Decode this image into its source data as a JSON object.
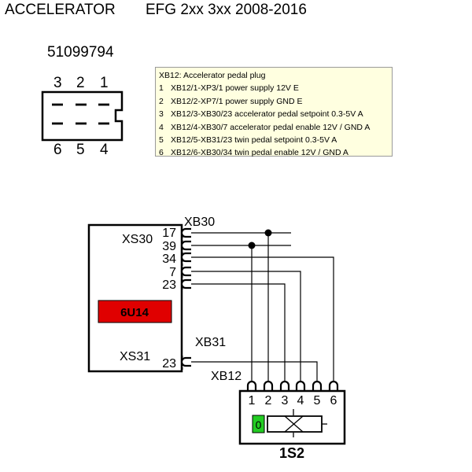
{
  "header": {
    "title": "ACCELERATOR",
    "model": "EFG 2xx 3xx 2008-2016",
    "part_number": "51099794"
  },
  "connector": {
    "top_pins": [
      "3",
      "2",
      "1"
    ],
    "bottom_pins": [
      "6",
      "5",
      "4"
    ]
  },
  "info_box": {
    "title": "XB12: Accelerator pedal plug",
    "rows": [
      {
        "num": "1",
        "text": "XB12/1-XP3/1 power supply   12V   E"
      },
      {
        "num": "2",
        "text": "XB12/2-XP7/1 power supply   GND   E"
      },
      {
        "num": "3",
        "text": "XB12/3-XB30/23 accelerator pedal setpoint   0.3-5V   A"
      },
      {
        "num": "4",
        "text": "XB12/4-XB30/7 accelerator pedal enable   12V / GND   A"
      },
      {
        "num": "5",
        "text": "XB12/5-XB31/23 twin pedal setpoint   0.3-5V   A"
      },
      {
        "num": "6",
        "text": "XB12/6-XB30/34  twin pedal enable   12V / GND   A"
      }
    ]
  },
  "schematic": {
    "module_label": "6U14",
    "module_color": "#e00000",
    "xs30_label": "XS30",
    "xs31_label": "XS31",
    "xb30_label": "XB30",
    "xb31_label": "XB31",
    "xb12_label": "XB12",
    "xs30_pins": [
      "17",
      "39",
      "34",
      "7",
      "23"
    ],
    "xs31_pin": "23",
    "pedal_pins": [
      "1",
      "2",
      "3",
      "4",
      "5",
      "6"
    ],
    "pedal_indicator": "0",
    "pedal_indicator_color": "#22cc22",
    "pedal_label": "1S2"
  }
}
